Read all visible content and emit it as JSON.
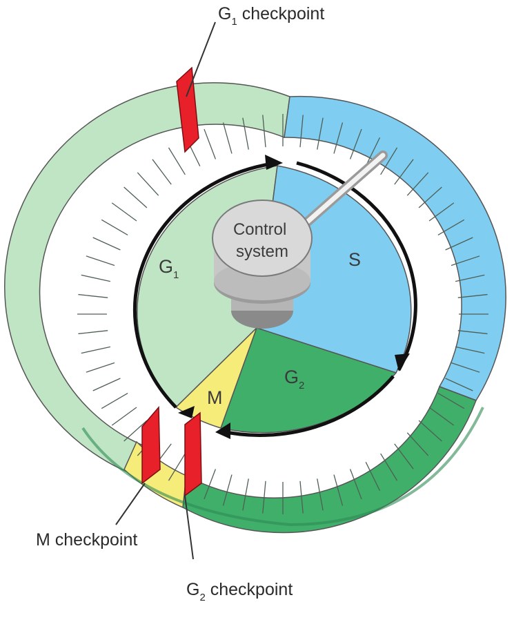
{
  "labels": {
    "g1_checkpoint": {
      "main": "G",
      "sub": "1",
      "rest": " checkpoint"
    },
    "m_checkpoint": "M checkpoint",
    "g2_checkpoint": {
      "main": "G",
      "sub": "2",
      "rest": " checkpoint"
    },
    "control_system": {
      "line1": "Control",
      "line2": "system"
    }
  },
  "phases": {
    "g1": {
      "main": "G",
      "sub": "1"
    },
    "s": "S",
    "g2": {
      "main": "G",
      "sub": "2"
    },
    "m": "M"
  },
  "colors": {
    "g1": "#bfe5c4",
    "s": "#7fcdf0",
    "g2": "#3faf6a",
    "m": "#f5ec7a",
    "checkpoint": "#e8202a",
    "outline": "#111111",
    "control_knob": "#d9d9d9"
  }
}
